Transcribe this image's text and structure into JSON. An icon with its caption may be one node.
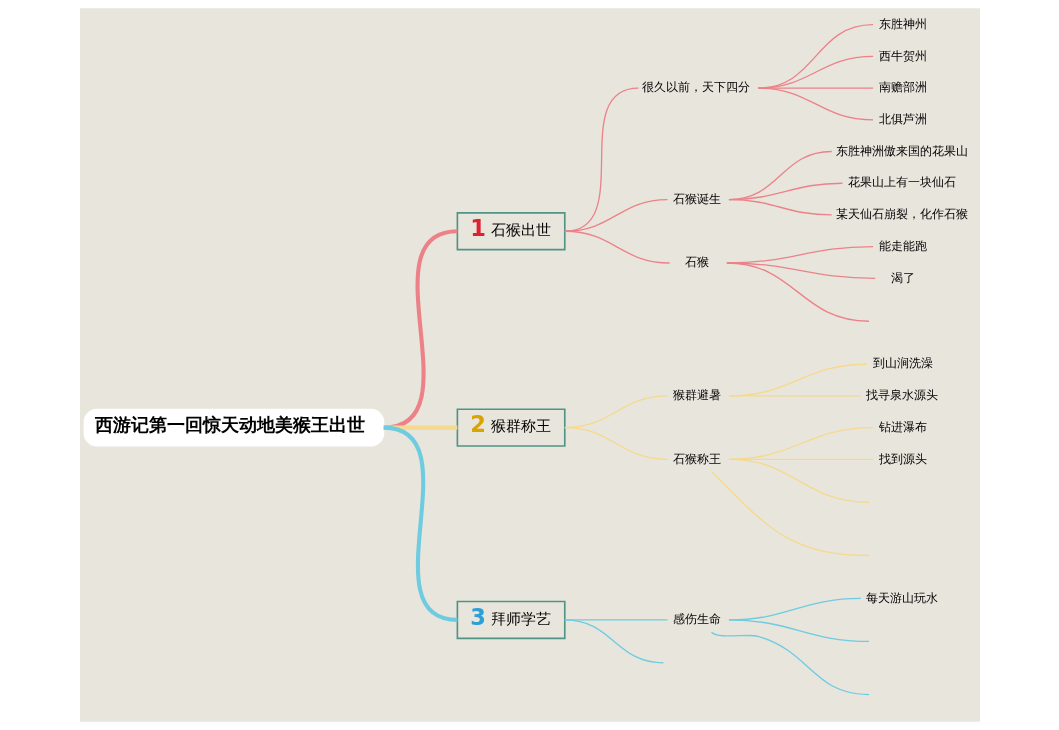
{
  "diagram": {
    "nodes": [
      {
        "text": [
          "西游记第一回惊天动地美猴王出世"
        ]
      },
      {
        "text": [
          "1",
          "石猴出世"
        ]
      },
      {
        "text": [
          "很久以前，天下四分"
        ]
      },
      {
        "text": [
          "东胜神州"
        ]
      },
      {
        "text": [
          "西牛贺州"
        ]
      },
      {
        "text": [
          "南赡部洲"
        ]
      },
      {
        "text": [
          "北俱芦洲"
        ]
      },
      {
        "text": [
          "石猴诞生"
        ]
      },
      {
        "text": [
          "东胜神洲傲来国的花果山"
        ]
      },
      {
        "text": [
          "花果山上有一块仙石"
        ]
      },
      {
        "text": [
          "某天仙石崩裂，化作石猴"
        ]
      },
      {
        "text": [
          "石猴"
        ]
      },
      {
        "text": [
          "能走能跑"
        ]
      },
      {
        "text": [
          "渴了"
        ]
      },
      {
        "text": [
          "2",
          "猴群称王"
        ]
      },
      {
        "text": [
          "猴群避暑"
        ]
      },
      {
        "text": [
          "到山涧洗澡"
        ]
      },
      {
        "text": [
          "找寻泉水源头"
        ]
      },
      {
        "text": [
          "石猴称王"
        ]
      },
      {
        "text": [
          "钻进瀑布"
        ]
      },
      {
        "text": [
          "找到源头"
        ]
      },
      {
        "text": [
          "3",
          "拜师学艺"
        ]
      },
      {
        "text": [
          "感伤生命"
        ]
      },
      {
        "text": [
          "每天游山玩水"
        ]
      }
    ],
    "edges": [
      {
        "from": 0,
        "to": 1,
        "arrow": "none",
        "style": "thick"
      },
      {
        "from": 1,
        "to": 2,
        "arrow": "none"
      },
      {
        "from": 2,
        "to": 3,
        "arrow": "none"
      },
      {
        "from": 2,
        "to": 4,
        "arrow": "none"
      },
      {
        "from": 2,
        "to": 5,
        "arrow": "none"
      },
      {
        "from": 2,
        "to": 6,
        "arrow": "none"
      },
      {
        "from": 1,
        "to": 7,
        "arrow": "none"
      },
      {
        "from": 7,
        "to": 8,
        "arrow": "none"
      },
      {
        "from": 7,
        "to": 9,
        "arrow": "none"
      },
      {
        "from": 7,
        "to": 10,
        "arrow": "none"
      },
      {
        "from": 1,
        "to": 11,
        "arrow": "none"
      },
      {
        "from": 11,
        "to": 12,
        "arrow": "none"
      },
      {
        "from": 11,
        "to": 13,
        "arrow": "none"
      },
      {
        "from": 11,
        "to": null,
        "arrow": "none"
      },
      {
        "from": 0,
        "to": 14,
        "arrow": "none",
        "style": "thick",
        "color": "#f5d98c"
      },
      {
        "from": 14,
        "to": 15,
        "arrow": "none",
        "color": "#f5d98c"
      },
      {
        "from": 15,
        "to": 16,
        "arrow": "none",
        "color": "#f5d98c"
      },
      {
        "from": 15,
        "to": 17,
        "arrow": "none",
        "color": "#f5d98c"
      },
      {
        "from": 14,
        "to": 18,
        "arrow": "none",
        "color": "#f5d98c"
      },
      {
        "from": 18,
        "to": 19,
        "arrow": "none",
        "color": "#f5d98c"
      },
      {
        "from": 18,
        "to": 20,
        "arrow": "none",
        "color": "#f5d98c"
      },
      {
        "from": 18,
        "to": null,
        "arrow": "none",
        "color": "#f5d98c"
      },
      {
        "from": 18,
        "to": null,
        "arrow": "none",
        "color": "#f5d98c"
      },
      {
        "from": 0,
        "to": 21,
        "arrow": "none",
        "style": "thick",
        "color": "#6ecbe0"
      },
      {
        "from": 21,
        "to": 22,
        "arrow": "none",
        "color": "#6ecbe0"
      },
      {
        "from": 22,
        "to": 23,
        "arrow": "none",
        "color": "#6ecbe0"
      },
      {
        "from": 22,
        "to": null,
        "arrow": "none",
        "color": "#6ecbe0"
      },
      {
        "from": 22,
        "to": null,
        "arrow": "none",
        "color": "#6ecbe0"
      },
      {
        "from": 21,
        "to": null,
        "arrow": "none",
        "color": "#6ecbe0"
      }
    ]
  }
}
